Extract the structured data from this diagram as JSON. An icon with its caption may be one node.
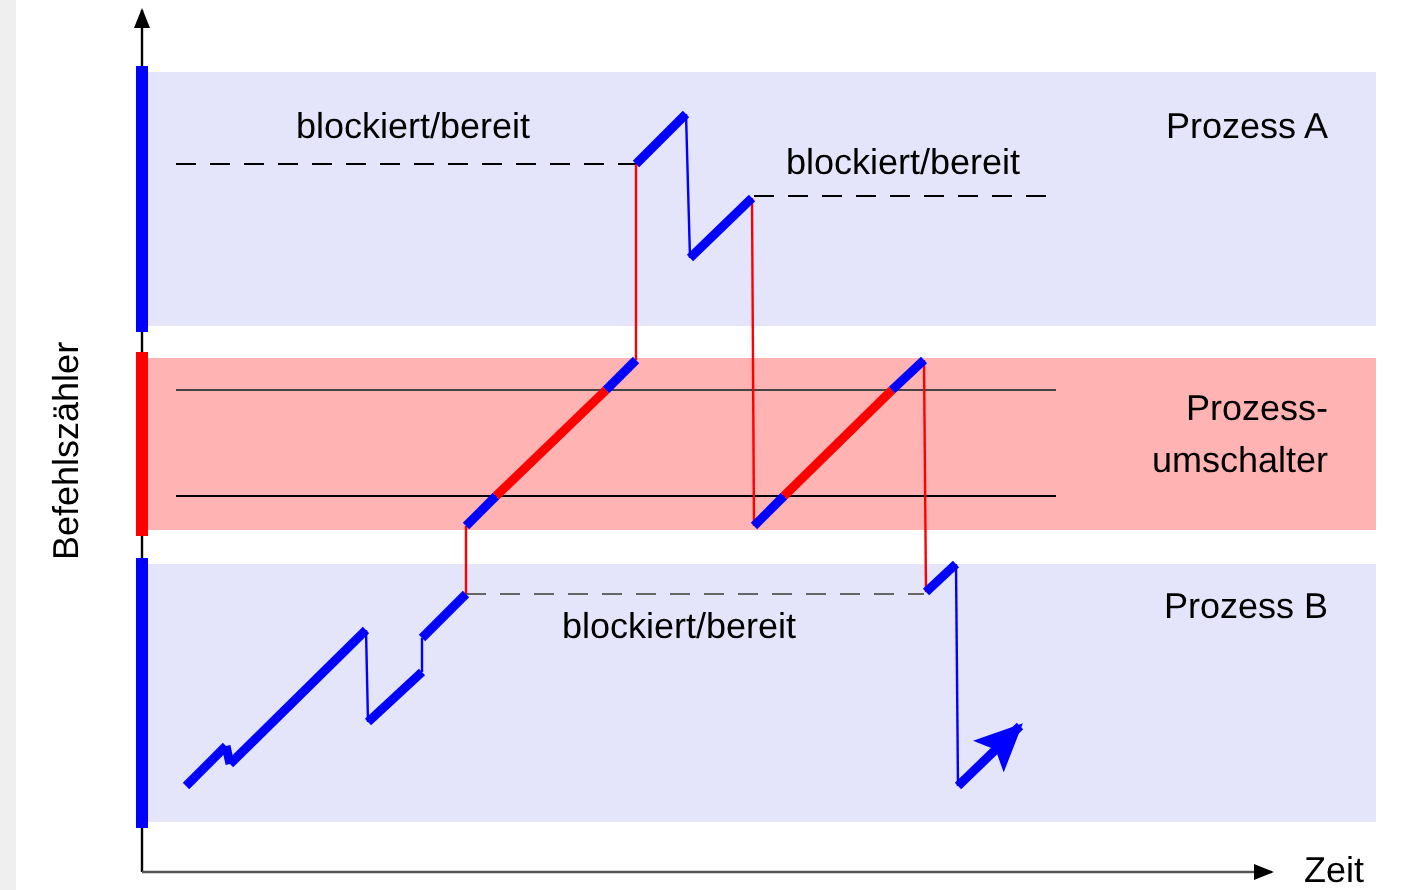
{
  "diagram": {
    "nodes": [
      {
        "text": [
          "Prozess A"
        ]
      },
      {
        "text": [
          "Prozess-umschalter"
        ]
      },
      {
        "text": [
          "Prozess B"
        ]
      }
    ],
    "labels": [
      "blockiert/bereit",
      "blockiert/bereit",
      "blockiert/bereit",
      "Befehlszähler",
      "Zeit"
    ]
  }
}
